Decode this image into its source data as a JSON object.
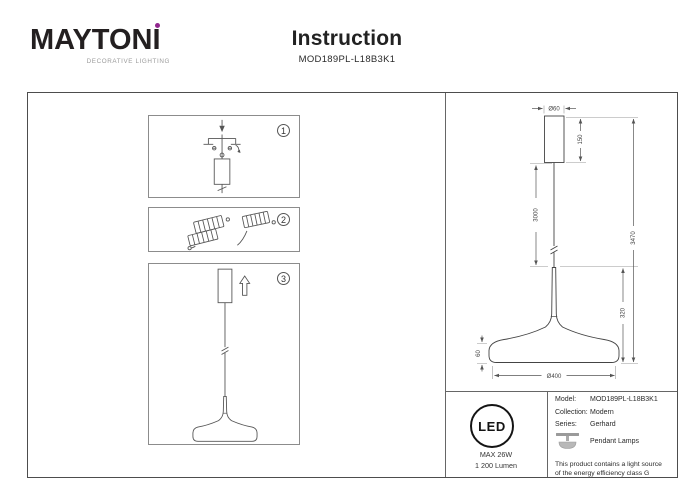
{
  "brand": {
    "name": "MAYTONI",
    "tagline": "DECORATIVE LIGHTING",
    "accent_color": "#92278f"
  },
  "doc": {
    "title": "Instruction",
    "model": "MOD189PL-L18B3K1"
  },
  "steps": [
    {
      "num": "1"
    },
    {
      "num": "2"
    },
    {
      "num": "3"
    }
  ],
  "dimensions": {
    "canopy_diameter": "Ø60",
    "canopy_height": "150",
    "cable_length": "3000",
    "total_height": "3470",
    "fixture_height": "320",
    "shade_height": "60",
    "shade_diameter": "Ø400"
  },
  "power": {
    "led_mark": "LED",
    "max_wattage": "MAX 26W",
    "luminous_flux": "1 200 Lumen"
  },
  "specs": {
    "rows": [
      {
        "label": "Model:",
        "value": "MOD189PL-L18B3K1"
      },
      {
        "label": "Collection:",
        "value": "Modern"
      },
      {
        "label": "Series:",
        "value": "Gerhard"
      },
      {
        "label": "",
        "value": "Pendant Lamps"
      }
    ],
    "note": "This product contains a light source of the energy efficiency class G"
  }
}
